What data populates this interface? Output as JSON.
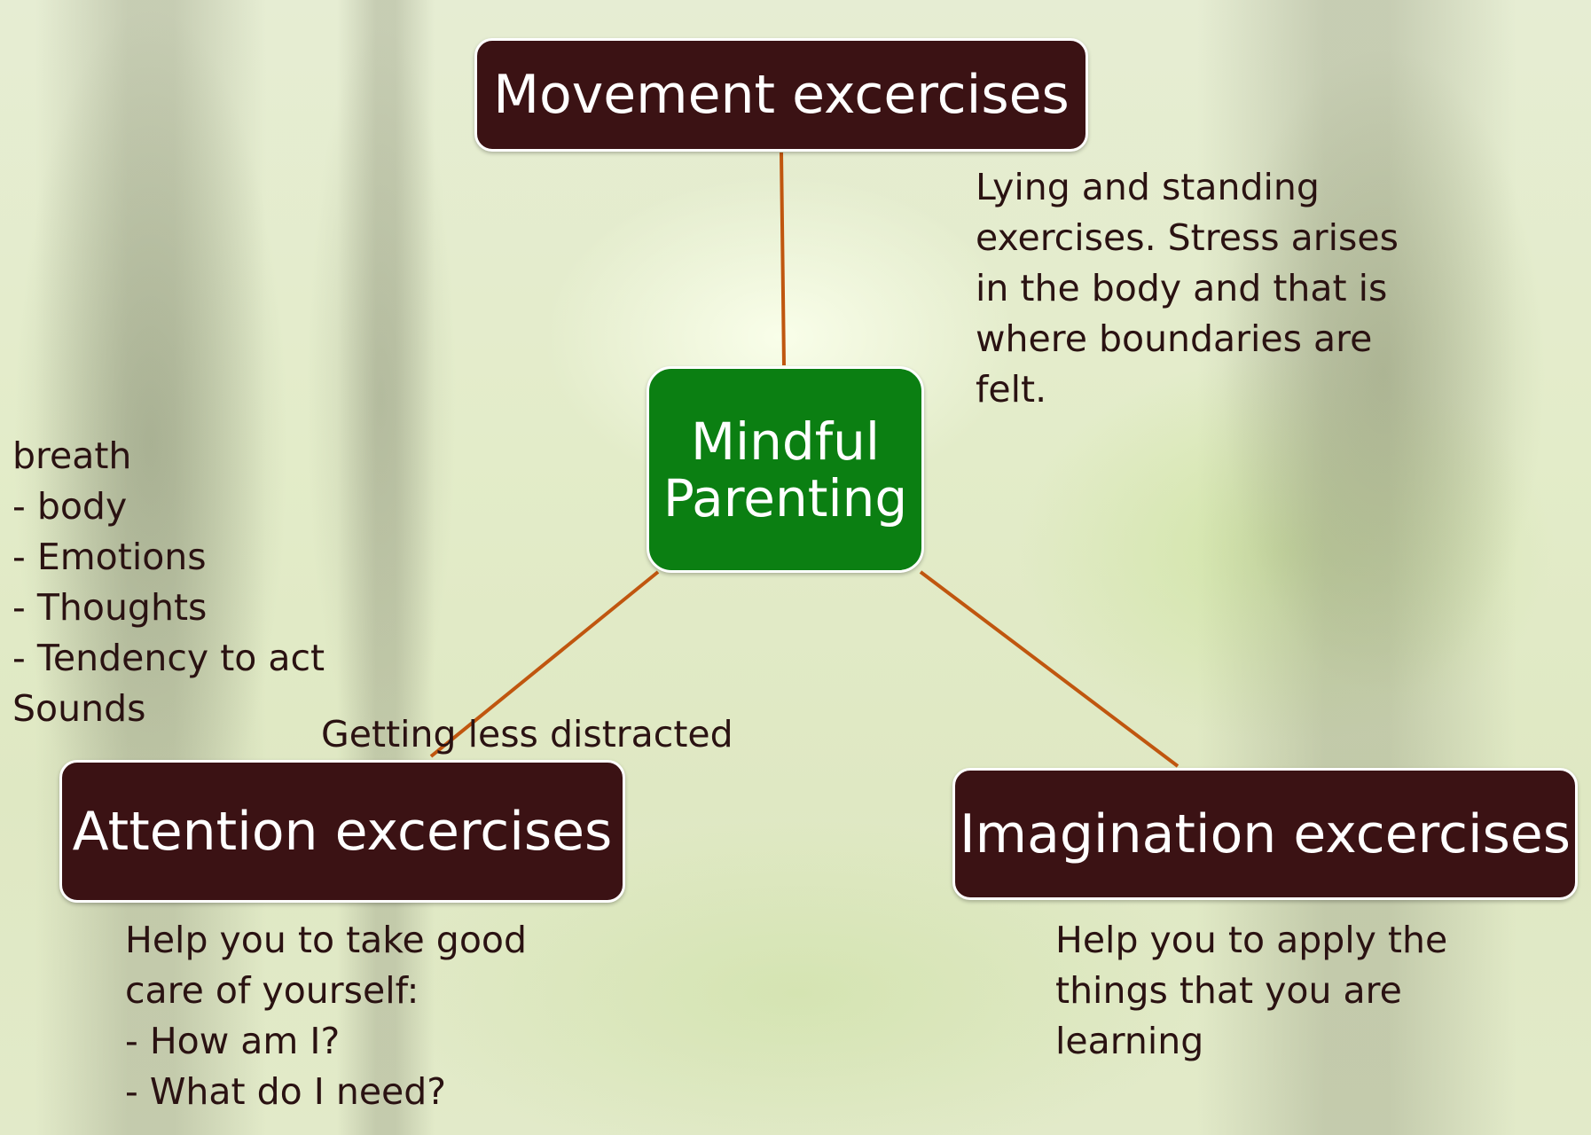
{
  "diagram": {
    "center": {
      "label": "Mindful\nParenting"
    },
    "branches": {
      "movement": {
        "label": "Movement excercises",
        "note": "Lying and standing\nexercises. Stress arises\nin the body and that is\nwhere boundaries are\nfelt."
      },
      "attention": {
        "label": "Attention excercises",
        "note": "Help you to take good\ncare of yourself:\n- How am I?\n- What do I need?",
        "side_note": "breath\n- body\n- Emotions\n- Thoughts\n- Tendency to act\nSounds",
        "connector_label": "Getting less distracted"
      },
      "imagination": {
        "label": "Imagination excercises",
        "note": "Help you to apply the\nthings that you are\nlearning"
      }
    },
    "colors": {
      "branch_box": "#3b1214",
      "center_box": "#0b7f12",
      "connector": "#c0560f",
      "text": "#2a1212"
    }
  }
}
